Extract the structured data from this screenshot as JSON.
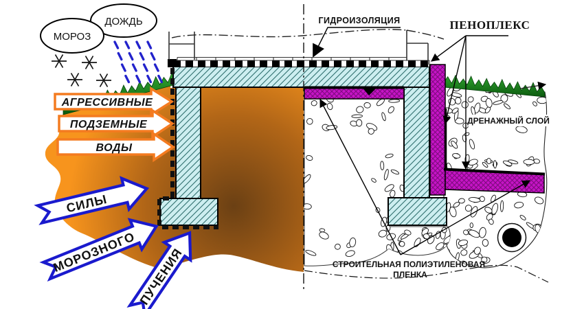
{
  "clouds": {
    "frost": "МОРОЗ",
    "rain": "ДОЖДЬ"
  },
  "groundwater_arrows": [
    "АГРЕССИВНЫЕ",
    "ПОДЗЕМНЫЕ",
    "ВОДЫ"
  ],
  "frost_heave_arrows": [
    "СИЛЫ",
    "МОРОЗНОГО",
    "ПУЧЕНИЯ"
  ],
  "callouts": {
    "waterproofing": "ГИДРОИЗОЛЯЦИЯ",
    "penoplex": "ПЕНОПЛЕКС",
    "drainage_layer": "ДРЕНАЖНЫЙ СЛОЙ",
    "film_line1": "СТРОИТЕЛЬНАЯ ПОЛИЭТИЛЕНОВАЯ",
    "film_line2": "ПЛЕНКА"
  },
  "colors": {
    "soil": "#F7941D",
    "soil_dark": "#6B4014",
    "concrete": "#CDEEF0",
    "insulation": "#C614C6",
    "grass": "#1F8B1F",
    "arrow_orange": "#F47B20",
    "arrow_blue": "#1A1ACD",
    "rain_blue": "#2323CC"
  }
}
